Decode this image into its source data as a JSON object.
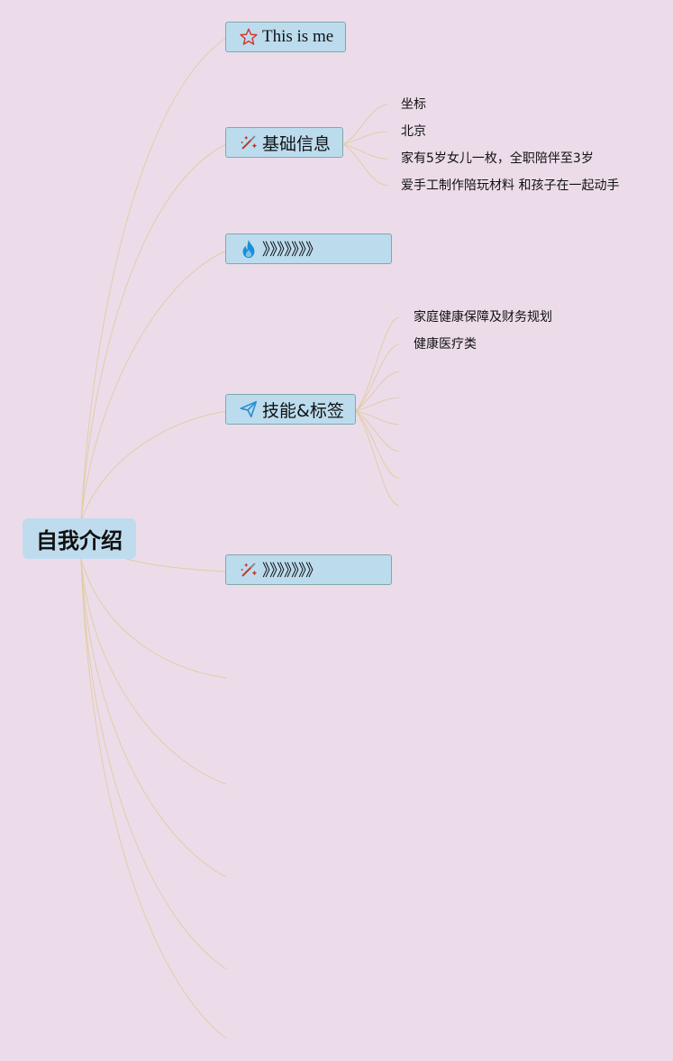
{
  "root": {
    "label": "自我介绍"
  },
  "topics": [
    {
      "label": "This is me",
      "icon": "star-icon",
      "icon_color": "#d33a2c"
    },
    {
      "label": "基础信息",
      "icon": "magic-wand-icon",
      "icon_color": "#c0392b",
      "children": [
        "坐标",
        "北京",
        "家有5岁女儿一枚，全职陪伴至3岁",
        "爱手工制作陪玩材料 和孩子在一起动手"
      ]
    },
    {
      "label": "》》》》》》》",
      "icon": "fire-icon",
      "icon_color": "#1a8fd6"
    },
    {
      "label": "技能&标签",
      "icon": "paper-plane-icon",
      "icon_color": "#2a8fd0",
      "children": [
        "家庭健康保障及财务规划",
        "健康医疗类"
      ]
    },
    {
      "label": "》》》》》》》",
      "icon": "magic-wand-icon",
      "icon_color": "#c0392b"
    }
  ],
  "colors": {
    "background": "#ecdcea",
    "node_fill": "#bcdcee",
    "node_border": "#7fa9a8",
    "connector": "#e2cfa8"
  }
}
